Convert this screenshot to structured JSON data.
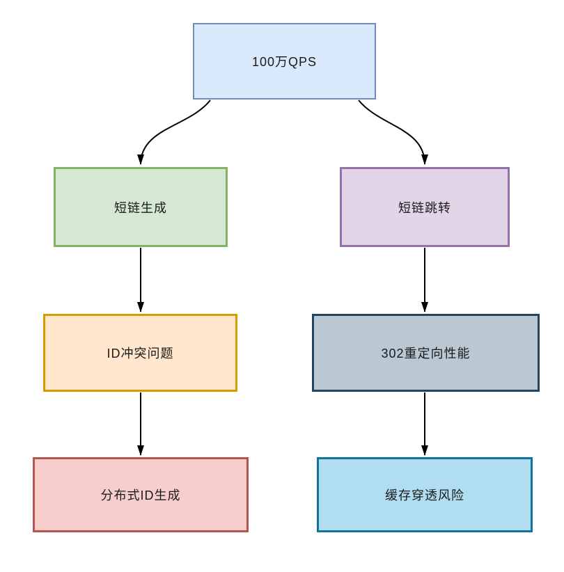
{
  "diagram": {
    "type": "flowchart",
    "background": "#ffffff",
    "arrow_color": "#000000",
    "nodes": [
      {
        "id": "qps",
        "label": "100万QPS",
        "fill": "#dae8fc",
        "stroke": "#6c8ebf"
      },
      {
        "id": "shortlink-generate",
        "label": "短链生成",
        "fill": "#d5e8d4",
        "stroke": "#82b366"
      },
      {
        "id": "shortlink-jump",
        "label": "短链跳转",
        "fill": "#e1d5e7",
        "stroke": "#9673a6"
      },
      {
        "id": "id-conflict",
        "label": "ID冲突问题",
        "fill": "#ffe6cc",
        "stroke": "#d79b00"
      },
      {
        "id": "redirect-302",
        "label": "302重定向性能",
        "fill": "#bac8d3",
        "stroke": "#23445d"
      },
      {
        "id": "distributed-id",
        "label": "分布式ID生成",
        "fill": "#f8cecc",
        "stroke": "#b85450"
      },
      {
        "id": "cache-penetration",
        "label": "缓存穿透风险",
        "fill": "#b1ddf0",
        "stroke": "#10739e"
      }
    ],
    "edges": [
      {
        "from": "qps",
        "to": "shortlink-generate"
      },
      {
        "from": "qps",
        "to": "shortlink-jump"
      },
      {
        "from": "shortlink-generate",
        "to": "id-conflict"
      },
      {
        "from": "shortlink-jump",
        "to": "redirect-302"
      },
      {
        "from": "id-conflict",
        "to": "distributed-id"
      },
      {
        "from": "redirect-302",
        "to": "cache-penetration"
      }
    ]
  }
}
